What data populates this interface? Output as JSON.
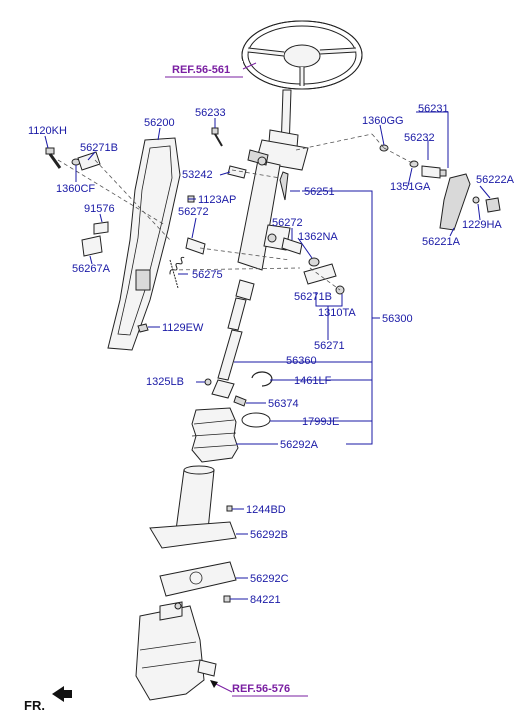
{
  "colors": {
    "label": "#1a1aa6",
    "ref": "#7a1fa2",
    "outline": "#222222"
  },
  "refs": {
    "top": "REF.56-561",
    "bottom": "REF.56-576"
  },
  "front": "FR.",
  "labels": {
    "p56233": "56233",
    "p1360GG": "1360GG",
    "p56231": "56231",
    "p56232": "56232",
    "p1120KH": "1120KH",
    "p56200": "56200",
    "p56271B_top": "56271B",
    "p1360CF": "1360CF",
    "p53242": "53242",
    "p1123AP": "1123AP",
    "p56251": "56251",
    "p1351GA": "1351GA",
    "p56222A": "56222A",
    "p91576": "91576",
    "p56272_a": "56272",
    "p56272_b": "56272",
    "p1362NA": "1362NA",
    "p1229HA": "1229HA",
    "p56221A": "56221A",
    "p56267A": "56267A",
    "p56275": "56275",
    "p56271B_bot": "56271B",
    "p1310TA": "1310TA",
    "p56300": "56300",
    "p1129EW": "1129EW",
    "p56271": "56271",
    "p56360": "56360",
    "p1325LB": "1325LB",
    "p1461LF": "1461LF",
    "p56374": "56374",
    "p1799JE": "1799JE",
    "p56292A": "56292A",
    "p1244BD": "1244BD",
    "p56292B": "56292B",
    "p56292C": "56292C",
    "p84221": "84221"
  }
}
